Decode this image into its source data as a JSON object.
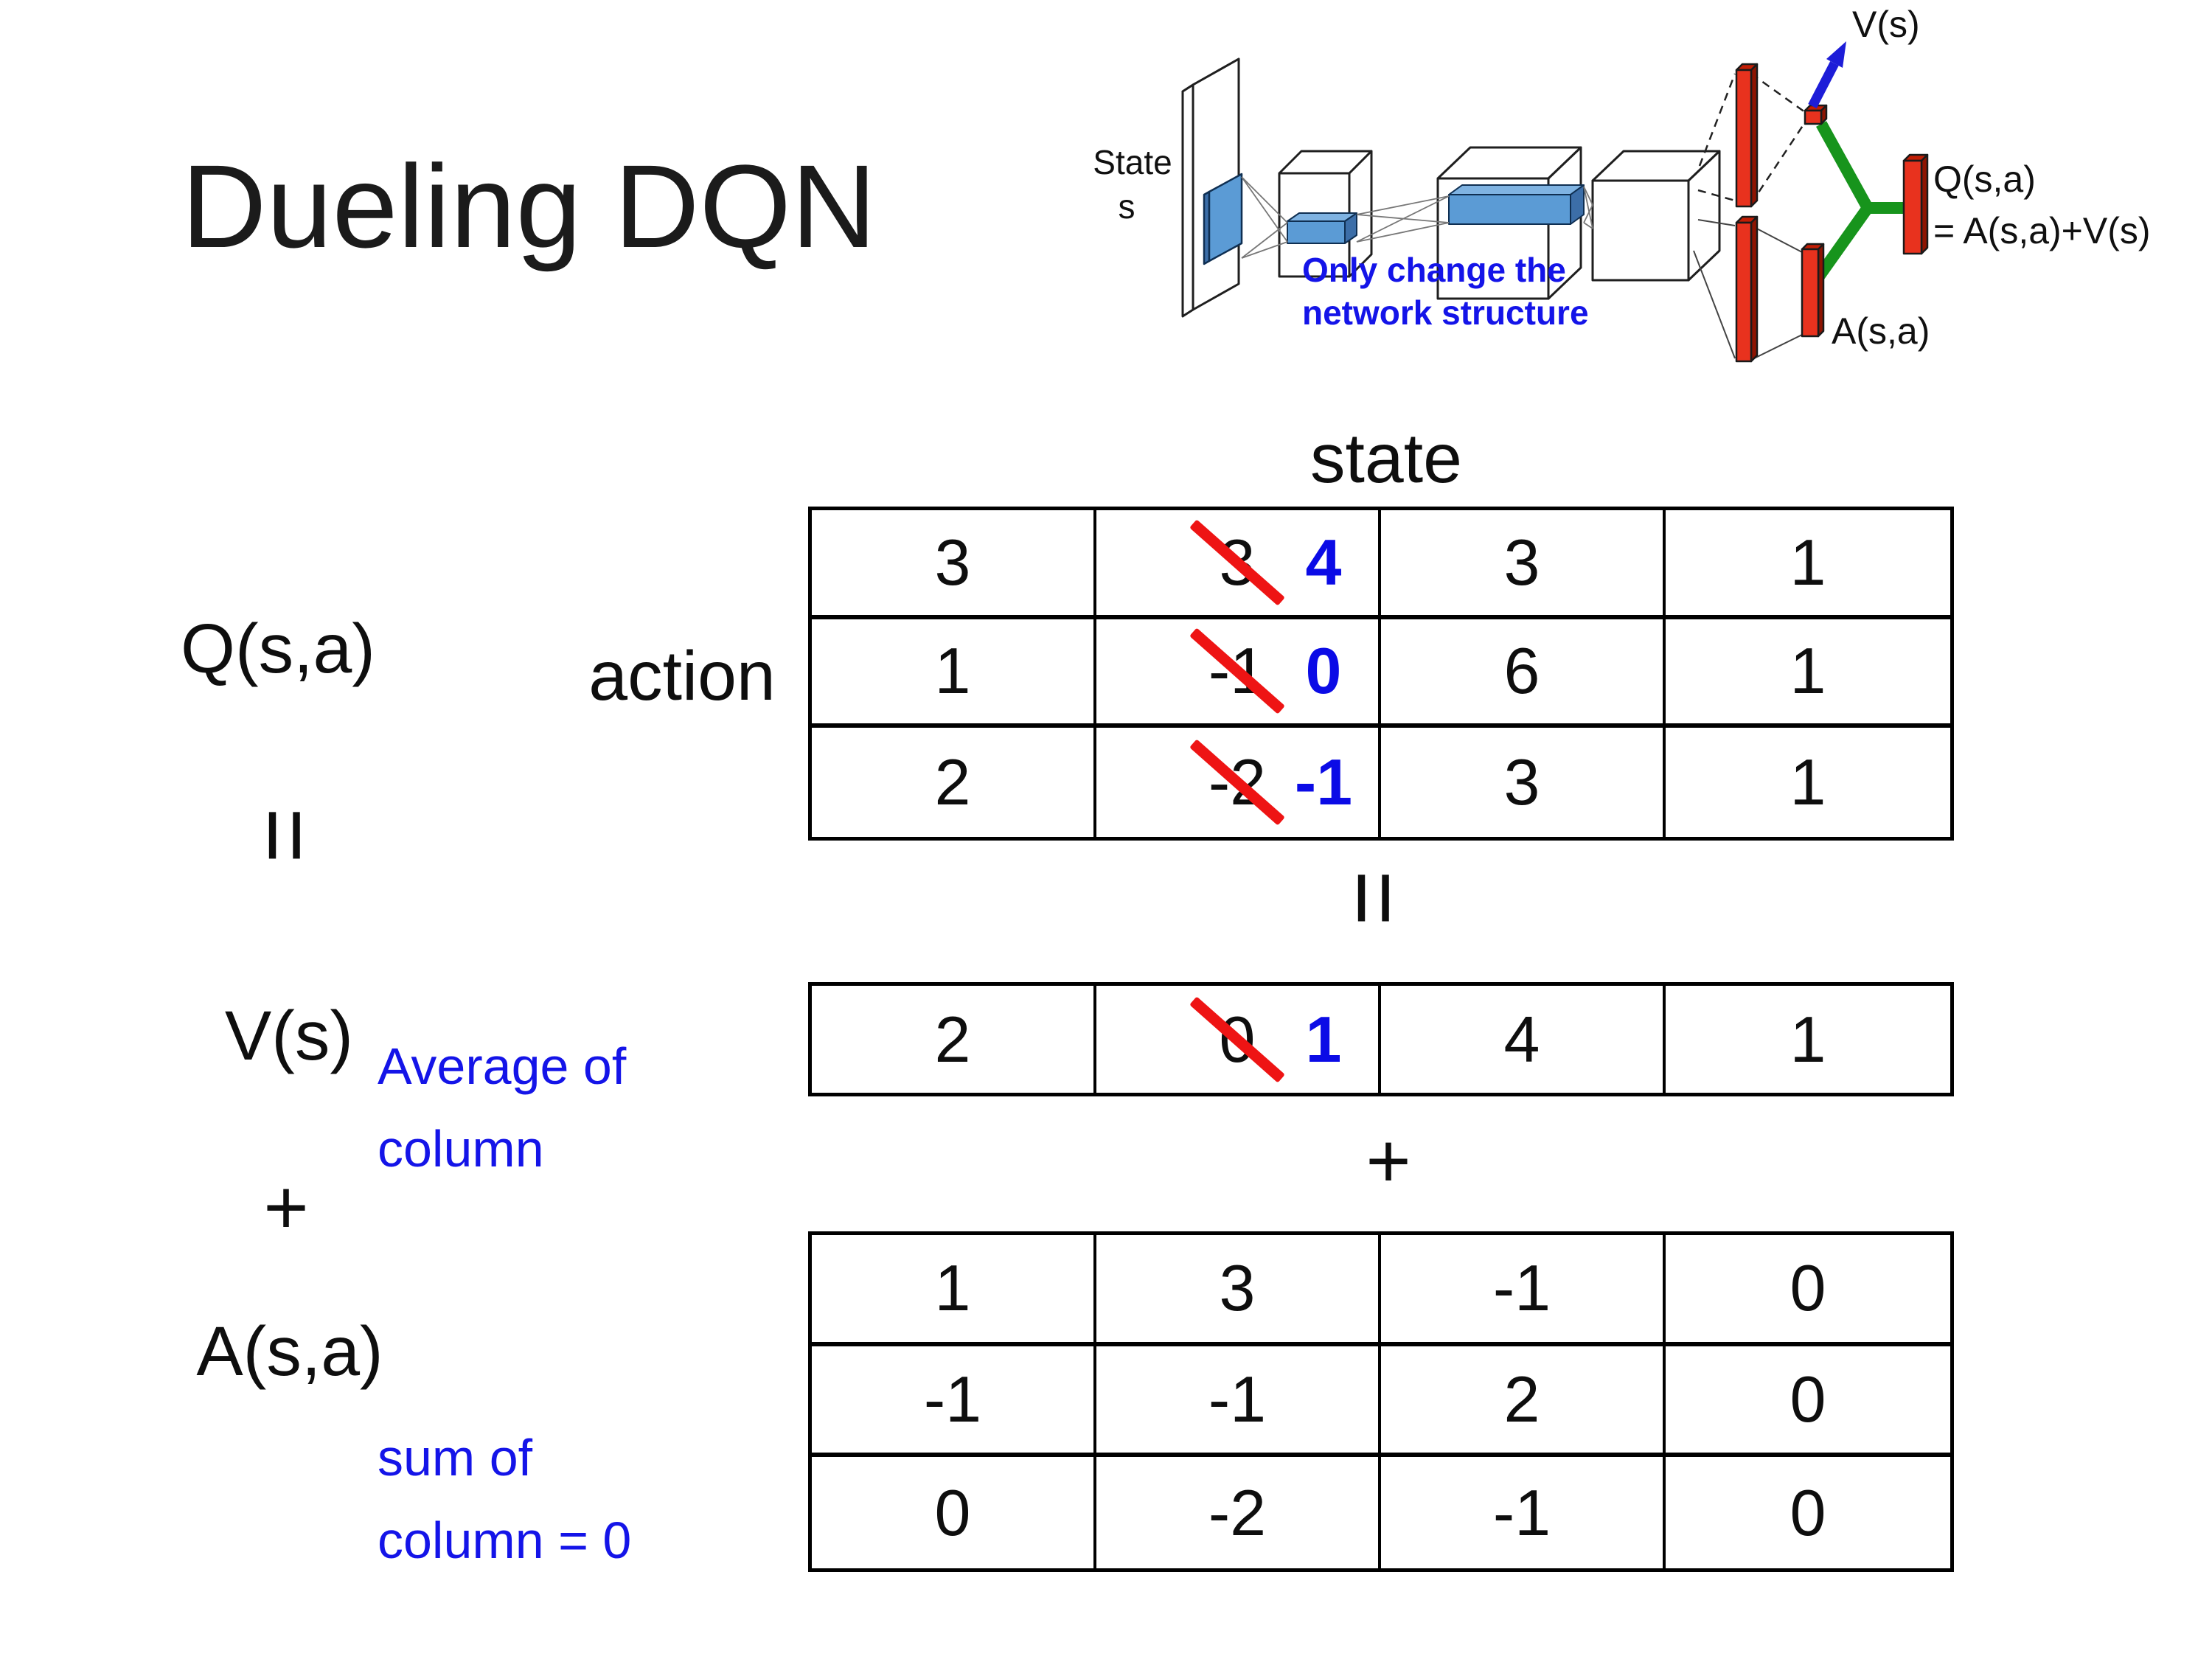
{
  "title": "Dueling DQN",
  "labels": {
    "q": "Q(s,a)",
    "v": "V(s)",
    "a": "A(s,a)",
    "equals": "=",
    "plus": "+",
    "state": "state",
    "action": "action"
  },
  "notes": {
    "avg_line1": "Average of",
    "avg_line2": "column",
    "sum_line1": "sum of",
    "sum_line2": "column = 0"
  },
  "tables": {
    "q": {
      "rows": [
        [
          {
            "main": "3"
          },
          {
            "main": "3",
            "corrected": "4"
          },
          {
            "main": "3"
          },
          {
            "main": "1"
          }
        ],
        [
          {
            "main": "1"
          },
          {
            "main": "-1",
            "corrected": "0"
          },
          {
            "main": "6"
          },
          {
            "main": "1"
          }
        ],
        [
          {
            "main": "2"
          },
          {
            "main": "-2",
            "corrected": "-1"
          },
          {
            "main": "3"
          },
          {
            "main": "1"
          }
        ]
      ]
    },
    "v": {
      "rows": [
        [
          {
            "main": "2"
          },
          {
            "main": "0",
            "corrected": "1"
          },
          {
            "main": "4"
          },
          {
            "main": "1"
          }
        ]
      ]
    },
    "a": {
      "rows": [
        [
          {
            "main": "1"
          },
          {
            "main": "3"
          },
          {
            "main": "-1"
          },
          {
            "main": "0"
          }
        ],
        [
          {
            "main": "-1"
          },
          {
            "main": "-1"
          },
          {
            "main": "2"
          },
          {
            "main": "0"
          }
        ],
        [
          {
            "main": "0"
          },
          {
            "main": "-2"
          },
          {
            "main": "-1"
          },
          {
            "main": "0"
          }
        ]
      ]
    }
  },
  "diagram": {
    "state_line1": "State",
    "state_line2": "s",
    "v_label": "V(s)",
    "q_label": "Q(s,a)",
    "q_formula": "= A(s,a)+V(s)",
    "a_label": "A(s,a)",
    "note_line1": "Only change the",
    "note_line2": "network structure"
  },
  "colors": {
    "note_blue": "#1414e8",
    "corrected_blue": "#0b0be6",
    "strike_red": "#ee1414",
    "bar_red": "#e8321e",
    "conv_blue": "#5b9bd5",
    "link_green": "#17941c",
    "arrow_blue": "#1d1dd8"
  }
}
